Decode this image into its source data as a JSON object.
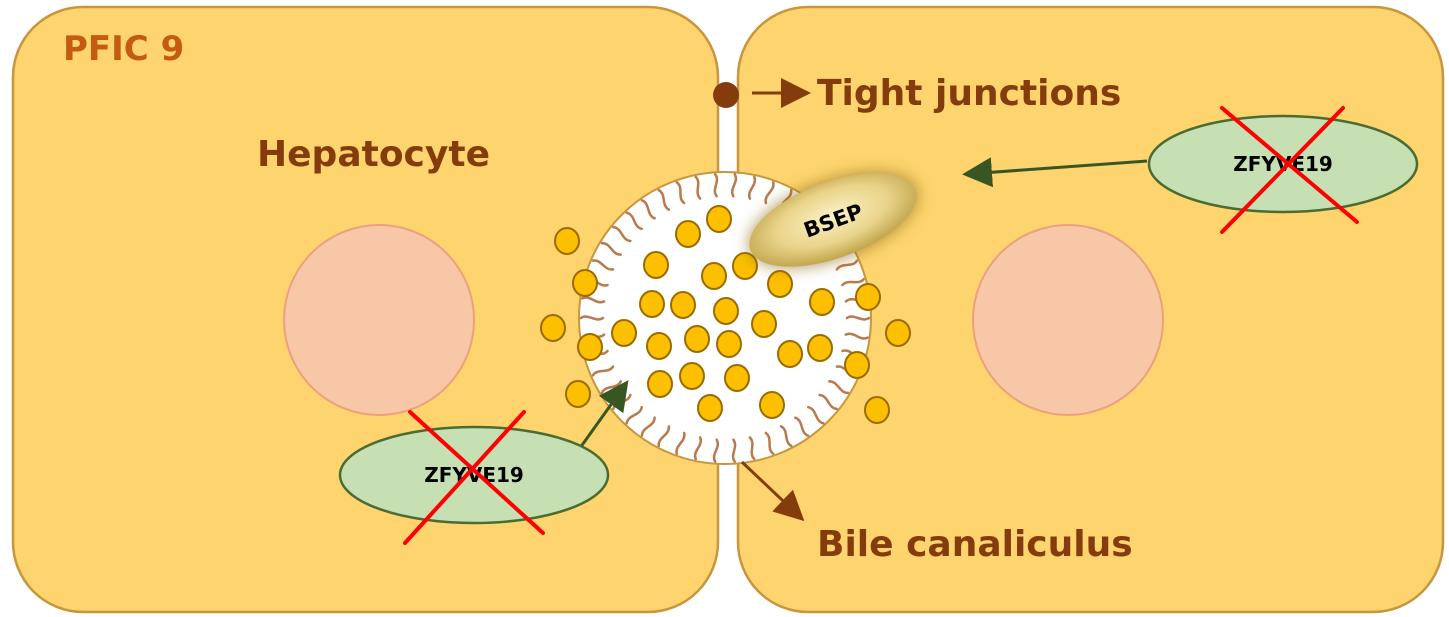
{
  "diagram": {
    "title": "PFIC 9",
    "cell_label": "Hepatocyte",
    "tight_junctions_label": "Tight junctions",
    "bile_canaliculus_label": "Bile canaliculus",
    "transporter_label": "BSEP",
    "gene_label_left": "ZFYVE19",
    "gene_label_right": "ZFYVE19",
    "colors": {
      "cell_fill": "#fdd46e",
      "cell_stroke": "#c8963e",
      "nucleus_fill": "#f7c7a8",
      "nucleus_stroke": "#eba17c",
      "gene_fill": "#c6e0b4",
      "gene_stroke": "#4a6b31",
      "cross": "#ff0000",
      "bile_acid_fill": "#fcc000",
      "bile_acid_stroke": "#9a6b00",
      "microvilli": "#b97a4d",
      "label_brown": "#843c0c",
      "title_orange": "#c55a11",
      "arrow_green": "#375623"
    }
  }
}
